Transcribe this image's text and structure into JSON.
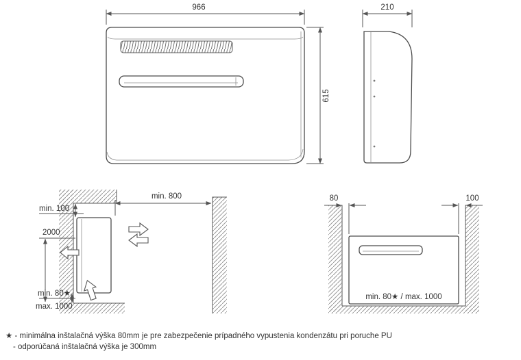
{
  "front_view": {
    "width_dim": "966",
    "height_dim": "615"
  },
  "side_view": {
    "depth_dim": "210"
  },
  "wall_section": {
    "ceiling_clearance": "min. 100",
    "install_height": "2000",
    "floor_min": "min. 80★",
    "floor_max": "max. 1000",
    "front_clearance": "min. 800"
  },
  "niche_section": {
    "left_clearance": "80",
    "right_clearance": "100",
    "bottom_clearance": "min. 80★ / max. 1000"
  },
  "footnotes": {
    "line1": "★ - minimálna inštalačná výška 80mm je pre zabezpečenie prípadného vypustenia kondenzátu pri poruche PU",
    "line2": "- odporúčaná inštalačná výška je 300mm"
  }
}
